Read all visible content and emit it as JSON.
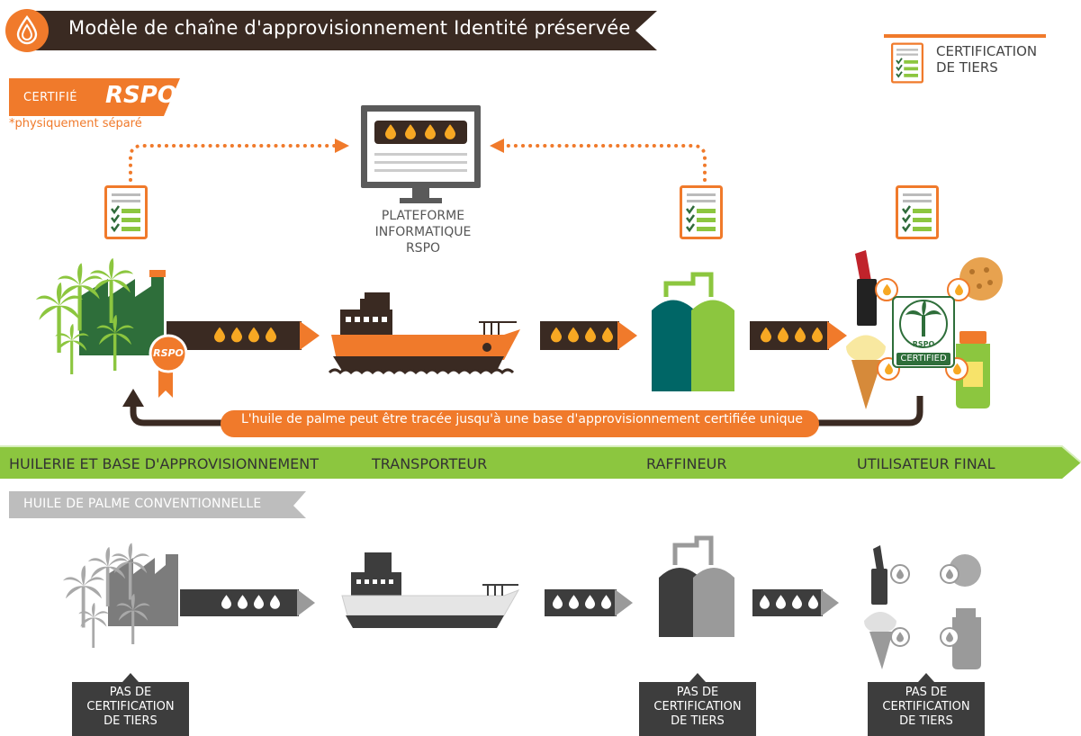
{
  "header": {
    "title": "Modèle de chaîne d'approvisionnement Identité préservée",
    "drop_icon": "oil-drop-icon"
  },
  "legend": {
    "label": "CERTIFICATION\nDE TIERS",
    "icon": "checklist-document-icon"
  },
  "certified": {
    "prefix": "CERTIFIÉ",
    "brand": "RSPO",
    "note": "*physiquement séparé",
    "badge_text": "RSPO",
    "platform_label": "PLATEFORME\nINFORMATIQUE\nRSPO",
    "trace_message": "L'huile de palme peut être tracée jusqu'à une base d'approvisionnement certifiée unique",
    "seal_text": "CERTIFIED",
    "seal_brand": "RSPO"
  },
  "stages": {
    "mill": "HUILERIE ET BASE D'APPROVISIONNEMENT",
    "transporter": "TRANSPORTEUR",
    "refiner": "RAFFINEUR",
    "end_user": "UTILISATEUR FINAL"
  },
  "conventional": {
    "label": "HUILE DE PALME CONVENTIONNELLE",
    "no_cert_label": "PAS DE\nCERTIFICATION\nDE TIERS"
  },
  "colors": {
    "orange": "#F07A2B",
    "dark_brown": "#3A2A22",
    "green": "#8CC63F",
    "teal": "#006666",
    "gray": "#9A9A9A",
    "dark_gray": "#3D3D3D"
  }
}
